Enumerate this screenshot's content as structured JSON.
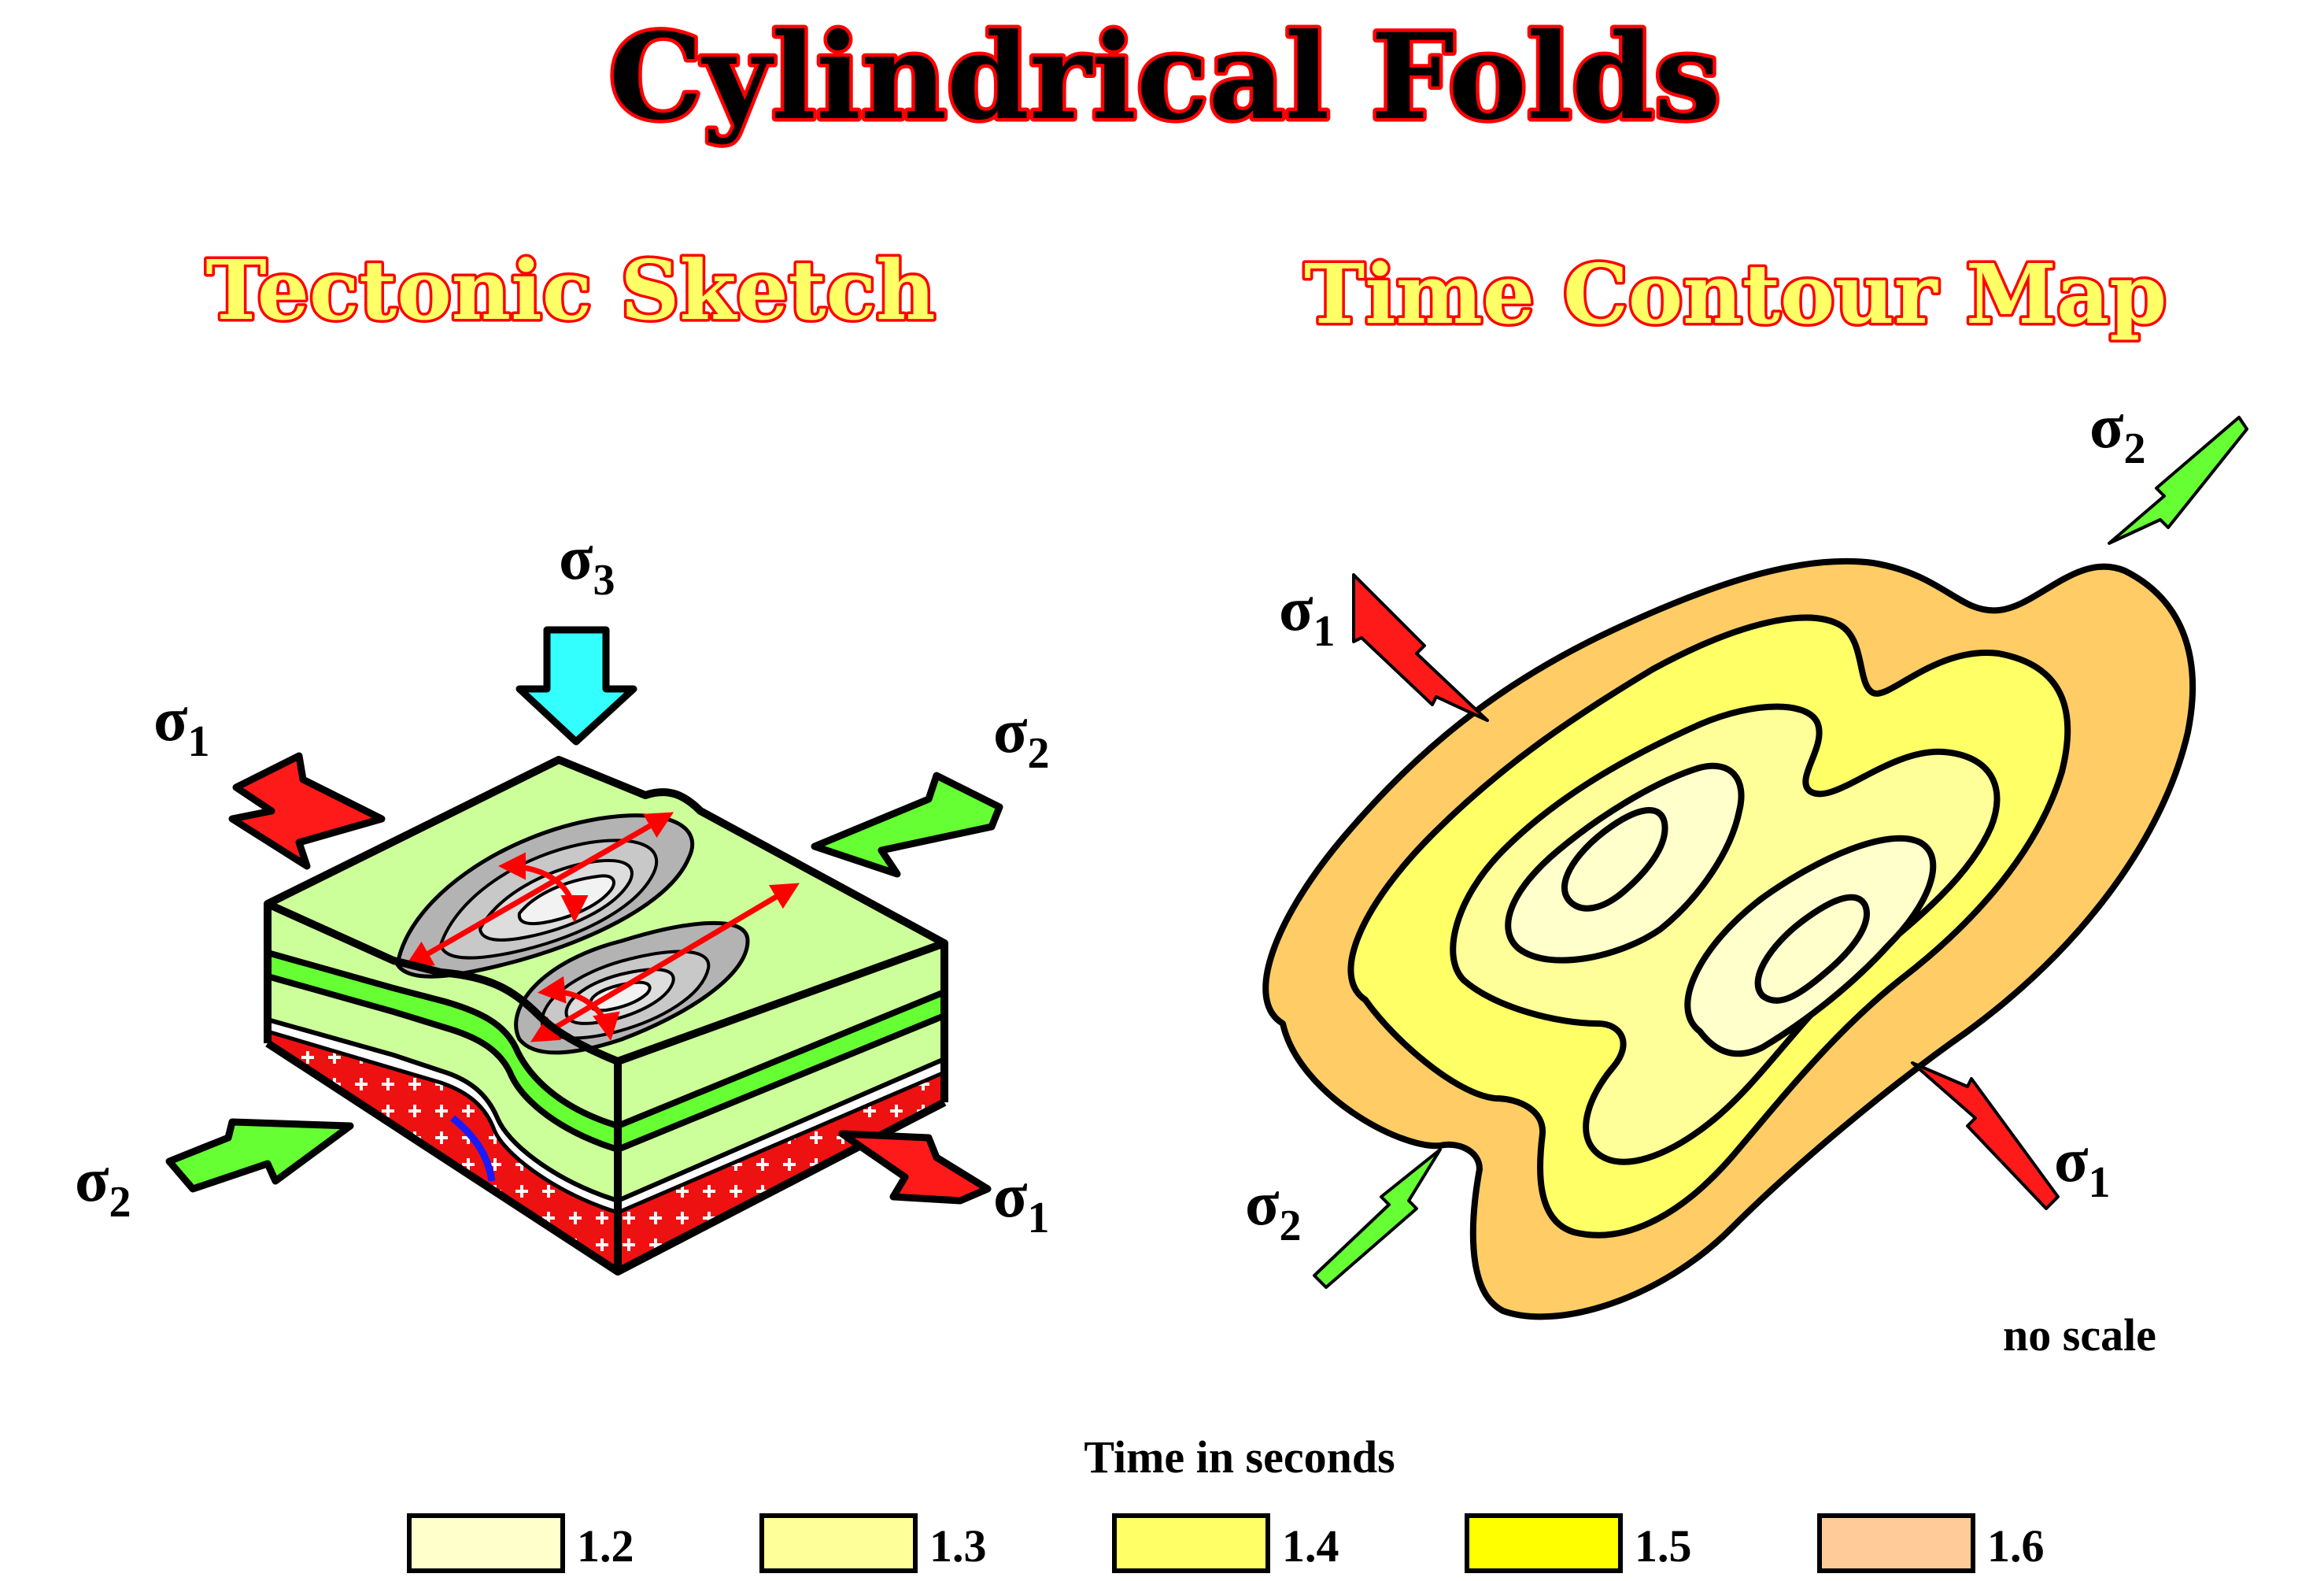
{
  "title": "Cylindrical Folds",
  "left_panel": {
    "title": "Tectonic Sketch"
  },
  "right_panel": {
    "title": "Time Contour Map",
    "scale_note": "no scale"
  },
  "stress_symbol": "σ",
  "stress_indices": {
    "sigma1": "1",
    "sigma2": "2",
    "sigma3": "3"
  },
  "legend": {
    "title": "Time in seconds",
    "items": [
      {
        "label": "1.2",
        "color": "#ffffcc"
      },
      {
        "label": "1.3",
        "color": "#ffff99"
      },
      {
        "label": "1.4",
        "color": "#ffff66"
      },
      {
        "label": "1.5",
        "color": "#ffff00"
      },
      {
        "label": "1.6",
        "color": "#ffcc99"
      }
    ]
  },
  "colors": {
    "sigma1_arrow": "#ff1a1a",
    "sigma2_arrow": "#66ff33",
    "sigma3_arrow": "#33ffff",
    "layer_light_green": "#ccff99",
    "layer_green": "#66ff33",
    "basement_red": "#ee1111",
    "fold_gray": "#b3b3b3",
    "fold_axis": "#ff0000",
    "contour_outer": "#ffcc66"
  }
}
